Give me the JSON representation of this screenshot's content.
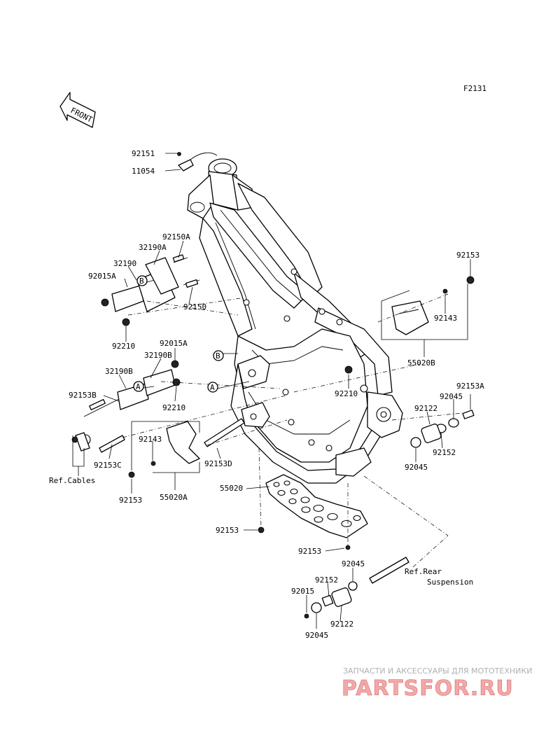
{
  "figure_code": "F2131",
  "front_label": "FRONT",
  "callouts": {
    "A": "A",
    "B": "B"
  },
  "parts": {
    "p92151": "92151",
    "p11054": "11054",
    "p92150A": "92150A",
    "p32190A": "32190A",
    "p32190": "32190",
    "p92015A_top": "92015A",
    "p92150": "92150",
    "p92210_top": "92210",
    "p92015A_mid": "92015A",
    "p32190B_a": "32190B",
    "p32190B_b": "32190B",
    "p92153B": "92153B",
    "p92210_mid": "92210",
    "p92143_left": "92143",
    "p92153C": "92153C",
    "p92153D": "92153D",
    "p92153_left": "92153",
    "p55020A": "55020A",
    "p92153_topright": "92153",
    "p92143_right": "92143",
    "p55020B": "55020B",
    "p92210_frame": "92210",
    "p92153A": "92153A",
    "p92045_r1": "92045",
    "p92122_r": "92122",
    "p92152_r": "92152",
    "p92045_r2": "92045",
    "p55020": "55020",
    "p92153_skid1": "92153",
    "p92153_skid2": "92153",
    "p92045_b1": "92045",
    "p92152_b": "92152",
    "p92015_b": "92015",
    "p92122_b": "92122",
    "p92045_b2": "92045"
  },
  "references": {
    "cables": "Ref.Cables",
    "rear_suspension_1": "Ref.Rear",
    "rear_suspension_2": "Suspension"
  },
  "watermark": {
    "caption": "ЗАПЧАСТИ И АКСЕССУАРЫ ДЛЯ МОТОТЕХНИКИ",
    "brand": "PARTSFOR.RU"
  }
}
